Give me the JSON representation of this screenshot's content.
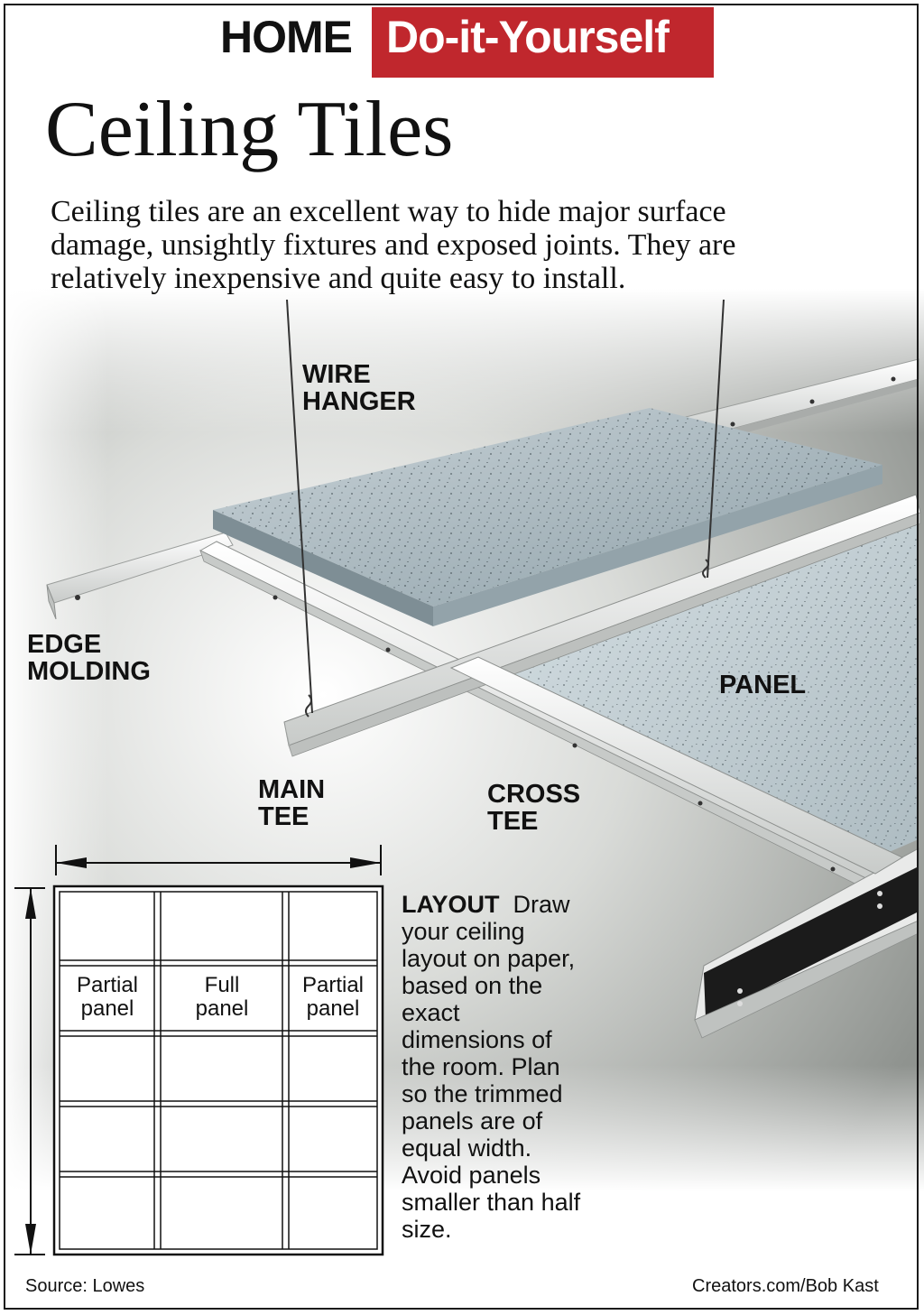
{
  "header": {
    "home_label": "HOME",
    "diy_label": "Do-it-Yourself",
    "accent_color": "#c0272d"
  },
  "title": "Ceiling Tiles",
  "intro_lines": [
    "Ceiling tiles are an excellent way to hide major surface",
    "damage, unsightly fixtures and exposed joints. They are",
    "relatively inexpensive and quite easy to install."
  ],
  "labels": {
    "wire_hanger": [
      "WIRE",
      "HANGER"
    ],
    "edge_molding": [
      "EDGE",
      "MOLDING"
    ],
    "panel": "PANEL",
    "main_tee": [
      "MAIN",
      "TEE"
    ],
    "cross_tee": [
      "CROSS",
      "TEE"
    ]
  },
  "layout": {
    "heading": "LAYOUT",
    "body": "Draw your ceiling layout on paper, based on the exact dimensions of the room. Plan so the trimmed panels are of equal width. Avoid panels smaller than half size.",
    "lines": [
      "your ceiling",
      "layout on paper,",
      "based on the",
      "exact",
      "dimensions of",
      "the room. Plan",
      "so the trimmed",
      "panels are of",
      "equal width.",
      "Avoid panels",
      "smaller than half",
      "size."
    ],
    "first_line_rest": "Draw",
    "cells": {
      "partial_left": [
        "Partial",
        "panel"
      ],
      "full": [
        "Full",
        "panel"
      ],
      "partial_right": [
        "Partial",
        "panel"
      ]
    }
  },
  "footer": {
    "source": "Source: Lowes",
    "credit": "Creators.com/Bob Kast"
  }
}
